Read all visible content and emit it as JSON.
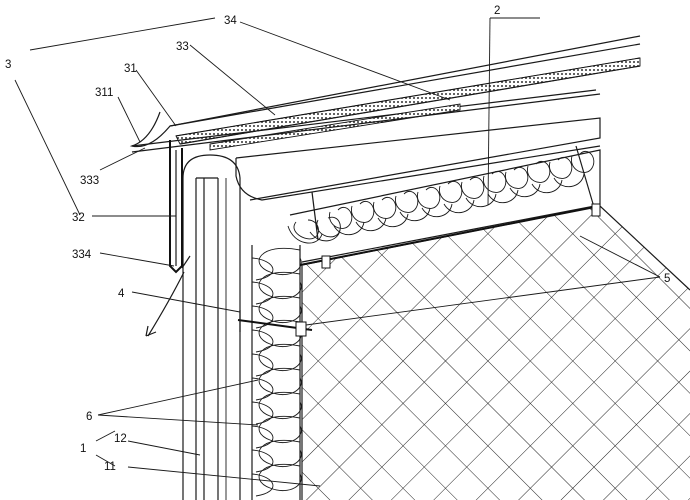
{
  "labels": {
    "l3": "3",
    "l34": "34",
    "l2": "2",
    "l33": "33",
    "l31": "31",
    "l311": "311",
    "l333": "333",
    "l32": "32",
    "l334": "334",
    "l4": "4",
    "l5": "5",
    "l6": "6",
    "l1": "1",
    "l12": "12",
    "l11": "11"
  }
}
